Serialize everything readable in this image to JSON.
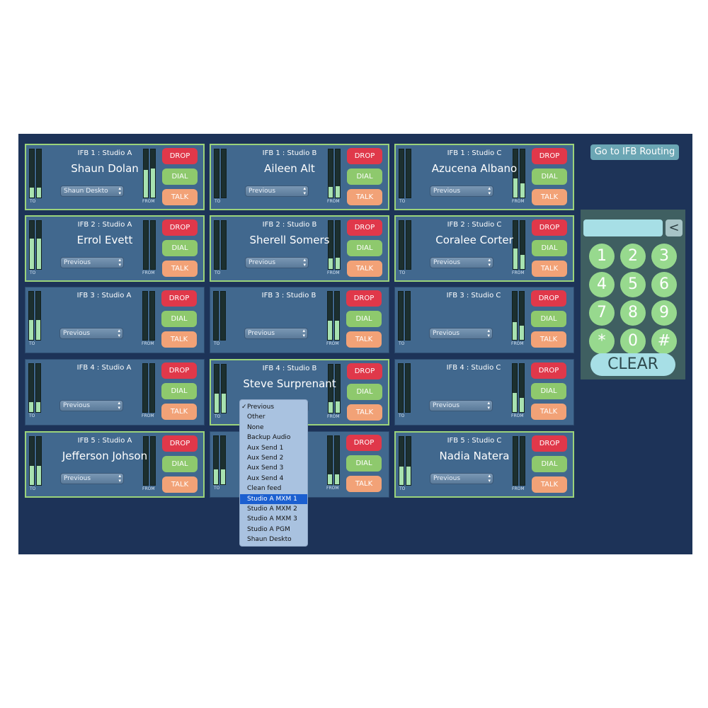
{
  "routing_button": "Go to IFB Routing",
  "meter_labels": {
    "to": "TO",
    "from": "FROM"
  },
  "buttons": {
    "drop": "DROP",
    "dial": "DIAL",
    "talk": "TALK"
  },
  "cards": [
    {
      "title": "IFB 1 : Studio A",
      "name": "Shaun Dolan",
      "source": "Shaun Deskto",
      "active": true,
      "to_levels": [
        0.21,
        0.21
      ],
      "from_levels": [
        0.58,
        0.6
      ]
    },
    {
      "title": "IFB 1 : Studio B",
      "name": "Aileen Alt",
      "source": "Previous",
      "active": true,
      "to_levels": [
        0.0,
        0.0
      ],
      "from_levels": [
        0.22,
        0.24
      ]
    },
    {
      "title": "IFB 1 : Studio C",
      "name": "Azucena Albano",
      "source": "Previous",
      "active": true,
      "to_levels": [
        0.0,
        0.0
      ],
      "from_levels": [
        0.4,
        0.3
      ]
    },
    {
      "title": "IFB 2 : Studio A",
      "name": "Errol Evett",
      "source": "Previous",
      "active": true,
      "to_levels": [
        0.63,
        0.63
      ],
      "from_levels": [
        0.0,
        0.0
      ]
    },
    {
      "title": "IFB 2 : Studio B",
      "name": "Sherell Somers",
      "source": "Previous",
      "active": true,
      "to_levels": [
        0.0,
        0.0
      ],
      "from_levels": [
        0.22,
        0.24
      ]
    },
    {
      "title": "IFB 2 : Studio C",
      "name": "Coralee Corter",
      "source": "Previous",
      "active": true,
      "to_levels": [
        0.0,
        0.0
      ],
      "from_levels": [
        0.43,
        0.3
      ]
    },
    {
      "title": "IFB 3 : Studio A",
      "name": "",
      "source": "Previous",
      "active": false,
      "to_levels": [
        0.41,
        0.41
      ],
      "from_levels": [
        0.0,
        0.0
      ]
    },
    {
      "title": "IFB 3 : Studio B",
      "name": "",
      "source": "Previous",
      "active": false,
      "to_levels": [
        0.0,
        0.0
      ],
      "from_levels": [
        0.4,
        0.4
      ]
    },
    {
      "title": "IFB 3 : Studio C",
      "name": "",
      "source": "Previous",
      "active": false,
      "to_levels": [
        0.0,
        0.0
      ],
      "from_levels": [
        0.37,
        0.3
      ]
    },
    {
      "title": "IFB 4 : Studio A",
      "name": "",
      "source": "Previous",
      "active": false,
      "to_levels": [
        0.21,
        0.21
      ],
      "from_levels": [
        0.0,
        0.0
      ]
    },
    {
      "title": "IFB 4 : Studio B",
      "name": "Steve Surprenant",
      "source": "Previous",
      "active": true,
      "to_levels": [
        0.4,
        0.4
      ],
      "from_levels": [
        0.22,
        0.24
      ]
    },
    {
      "title": "IFB 4 : Studio C",
      "name": "",
      "source": "Previous",
      "active": false,
      "to_levels": [
        0.0,
        0.0
      ],
      "from_levels": [
        0.39,
        0.3
      ]
    },
    {
      "title": "IFB 5 : Studio A",
      "name": "Jefferson Johson",
      "source": "Previous",
      "active": true,
      "to_levels": [
        0.4,
        0.4
      ],
      "from_levels": [
        0.0,
        0.0
      ]
    },
    {
      "title": "",
      "name": "",
      "source": "",
      "active": false,
      "to_levels": [
        0.31,
        0.31
      ],
      "from_levels": [
        0.2,
        0.2
      ]
    },
    {
      "title": "IFB 5 : Studio C",
      "name": "Nadia Natera",
      "source": "Previous",
      "active": true,
      "to_levels": [
        0.38,
        0.38
      ],
      "from_levels": [
        0.0,
        0.0
      ]
    }
  ],
  "keypad": {
    "back_label": "<",
    "keys": [
      "1",
      "2",
      "3",
      "4",
      "5",
      "6",
      "7",
      "8",
      "9",
      "*",
      "0",
      "#"
    ],
    "clear_label": "CLEAR"
  },
  "source_menu": {
    "items": [
      "Previous",
      "Other",
      "None",
      "Backup Audio",
      "Aux Send 1",
      "Aux Send 2",
      "Aux Send 3",
      "Aux Send 4",
      "Clean feed",
      "Studio A MXM 1",
      "Studio A MXM 2",
      "Studio A MXM 3",
      "Studio A PGM",
      "Shaun Deskto"
    ],
    "checked": "Previous",
    "highlighted": "Studio A MXM 1"
  }
}
